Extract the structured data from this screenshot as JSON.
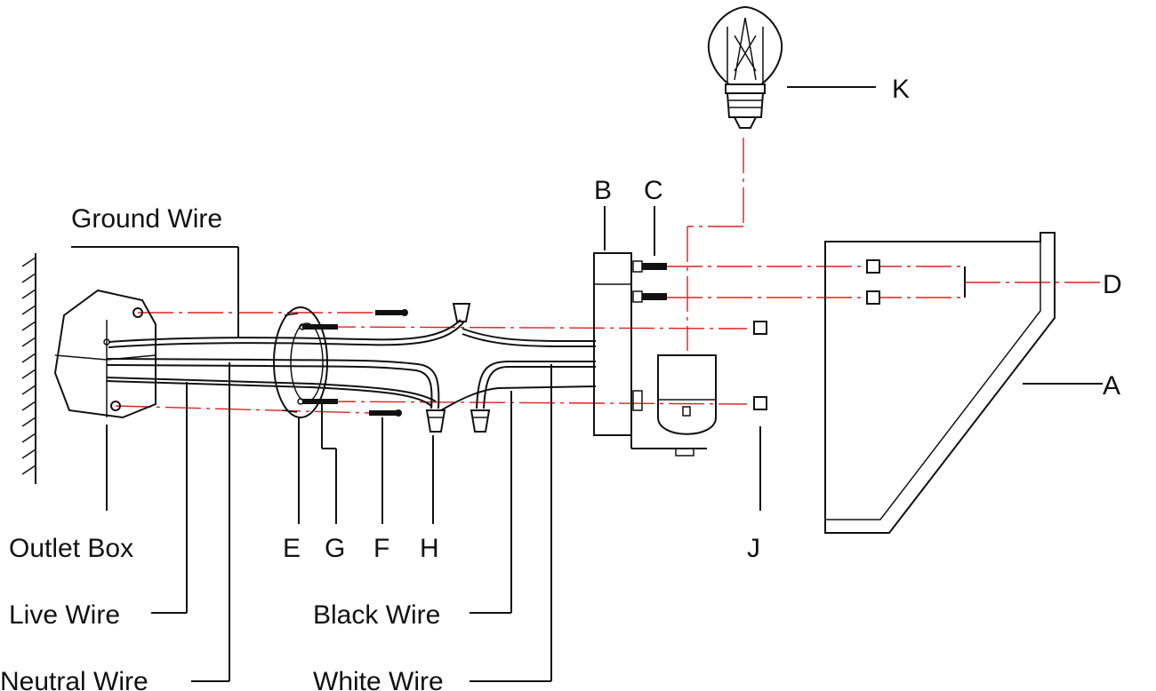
{
  "labels": {
    "ground_wire": "Ground Wire",
    "outlet_box": "Outlet Box",
    "live_wire": "Live Wire",
    "neutral_wire": "Neutral Wire",
    "black_wire": "Black Wire",
    "white_wire": "White Wire",
    "a": "A",
    "b": "B",
    "c": "C",
    "d": "D",
    "e": "E",
    "f": "F",
    "g": "G",
    "h": "H",
    "j": "J",
    "k": "K"
  },
  "colors": {
    "line": "#111111",
    "guide": "#e02020",
    "background": "#ffffff"
  }
}
